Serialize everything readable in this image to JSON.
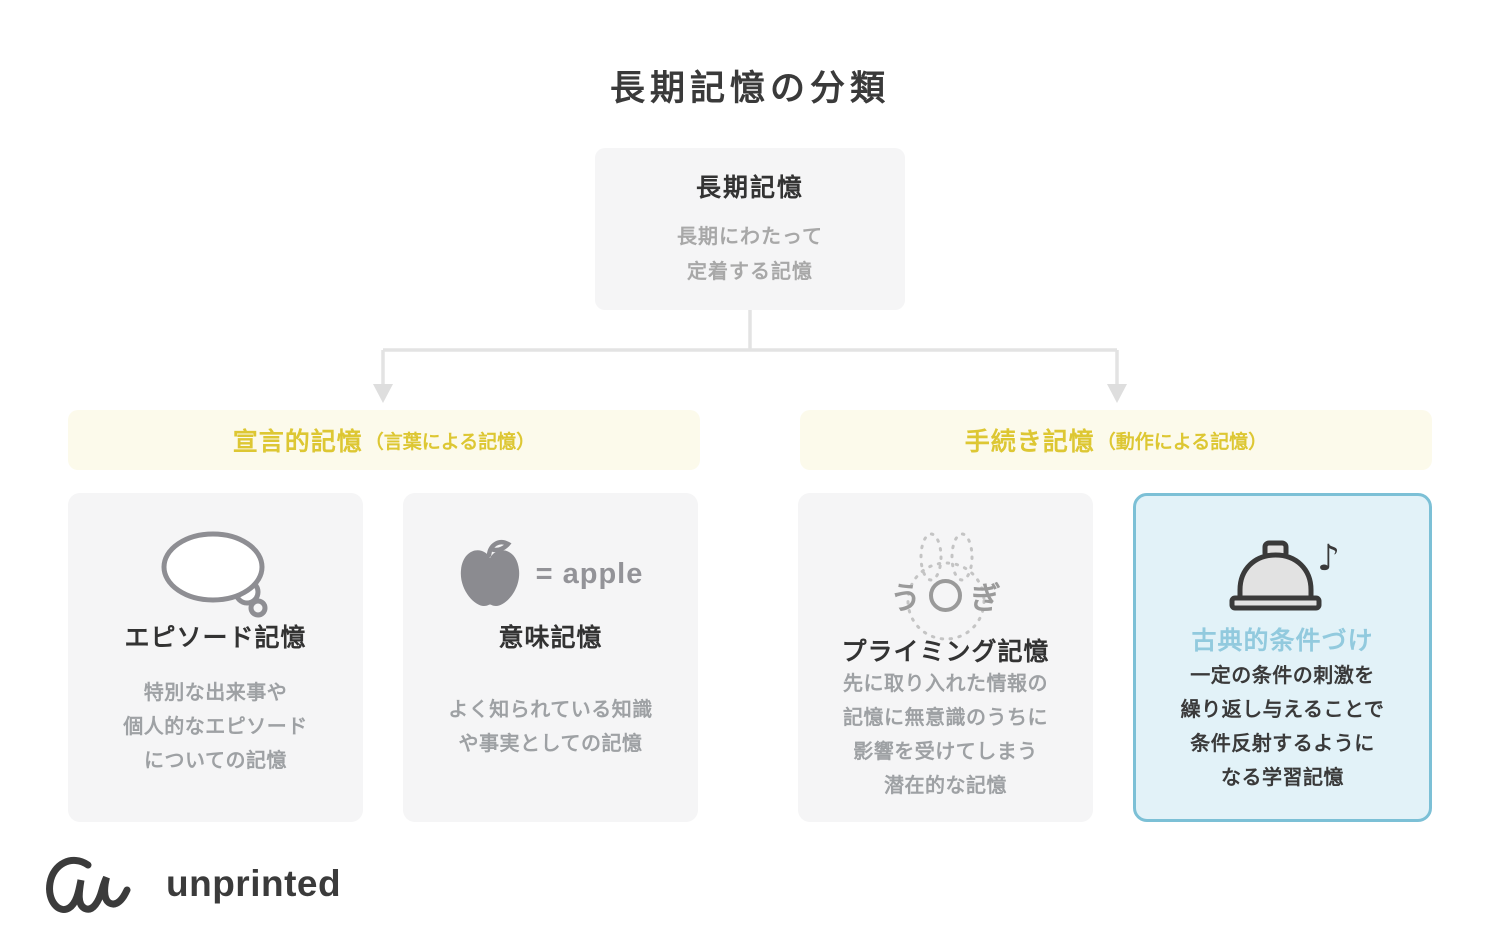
{
  "page_title": "長期記憶の分類",
  "root_node": {
    "title": "長期記憶",
    "desc_line1": "長期にわたって",
    "desc_line2": "定着する記憶"
  },
  "branch_left": {
    "label": "宣言的記憶",
    "sublabel": "（言葉による記憶）"
  },
  "branch_right": {
    "label": "手続き記憶",
    "sublabel": "（動作による記憶）"
  },
  "cards": {
    "episodic": {
      "icon": "thought-bubble",
      "title": "エピソード記憶",
      "desc_line1": "特別な出来事や",
      "desc_line2": "個人的なエピソード",
      "desc_line3": "についての記憶"
    },
    "semantic": {
      "icon": "apple",
      "icon_caption": "= apple",
      "title": "意味記憶",
      "desc_line1": "よく知られている知識",
      "desc_line2": "や事実としての記憶"
    },
    "priming": {
      "icon": "rabbit-dotted-outline",
      "icon_text_left": "う",
      "icon_text_right": "ぎ",
      "title": "プライミング記憶",
      "desc_line1": "先に取り入れた情報の",
      "desc_line2": "記憶に無意識のうちに",
      "desc_line3": "影響を受けてしまう",
      "desc_line4": "潜在的な記憶"
    },
    "conditioning": {
      "icon": "call-bell-with-music-note",
      "note_glyph": "♪",
      "title": "古典的条件づけ",
      "desc_line1": "一定の条件の刺激を",
      "desc_line2": "繰り返し与えることで",
      "desc_line3": "条件反射するように",
      "desc_line4": "なる学習記憶"
    }
  },
  "logo": {
    "wordmark": "unprinted"
  },
  "colors": {
    "accent_yellow_text": "#ddc733",
    "accent_yellow_bg": "#fcfaeb",
    "highlight_blue_border": "#7cc0d6",
    "highlight_blue_bg": "#e2f2f8",
    "highlight_blue_title": "#92cade",
    "card_bg": "#f5f5f6",
    "connector_gray": "#e3e3e3",
    "text_dark": "#3a3a3a",
    "text_gray": "#9ea1a4"
  }
}
